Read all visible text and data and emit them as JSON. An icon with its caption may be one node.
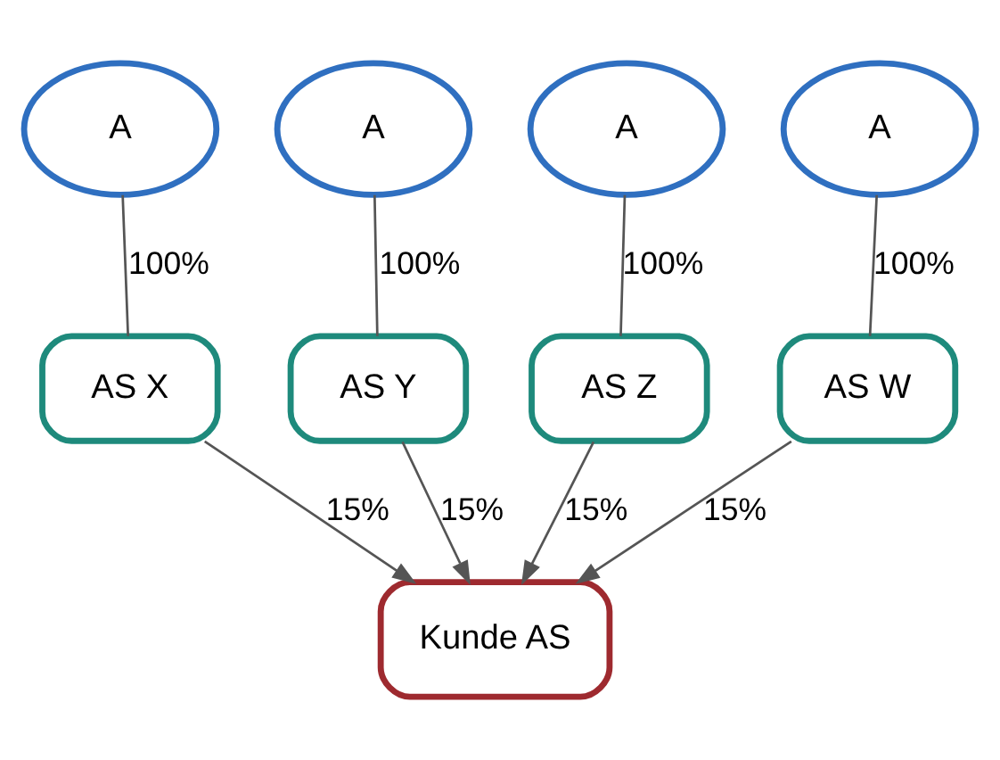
{
  "diagram": {
    "nodes": [
      {
        "text": [
          "A"
        ]
      },
      {
        "text": [
          "A"
        ]
      },
      {
        "text": [
          "A"
        ]
      },
      {
        "text": [
          "A"
        ]
      },
      {
        "text": [
          "AS X"
        ]
      },
      {
        "text": [
          "AS Y"
        ]
      },
      {
        "text": [
          "AS Z"
        ]
      },
      {
        "text": [
          "AS W"
        ]
      },
      {
        "text": [
          "Kunde AS"
        ]
      }
    ],
    "edges": [
      {
        "from": 0,
        "to": 4,
        "arrow": "none",
        "label": "100%"
      },
      {
        "from": 1,
        "to": 5,
        "arrow": "none",
        "label": "100%"
      },
      {
        "from": 2,
        "to": 6,
        "arrow": "none",
        "label": "100%"
      },
      {
        "from": 3,
        "to": 7,
        "arrow": "none",
        "label": "100%"
      },
      {
        "from": 4,
        "to": 8,
        "arrow": "to",
        "label": "15%"
      },
      {
        "from": 5,
        "to": 8,
        "arrow": "to",
        "label": "15%"
      },
      {
        "from": 6,
        "to": 8,
        "arrow": "to",
        "label": "15%"
      },
      {
        "from": 7,
        "to": 8,
        "arrow": "to",
        "label": "15%"
      }
    ]
  }
}
